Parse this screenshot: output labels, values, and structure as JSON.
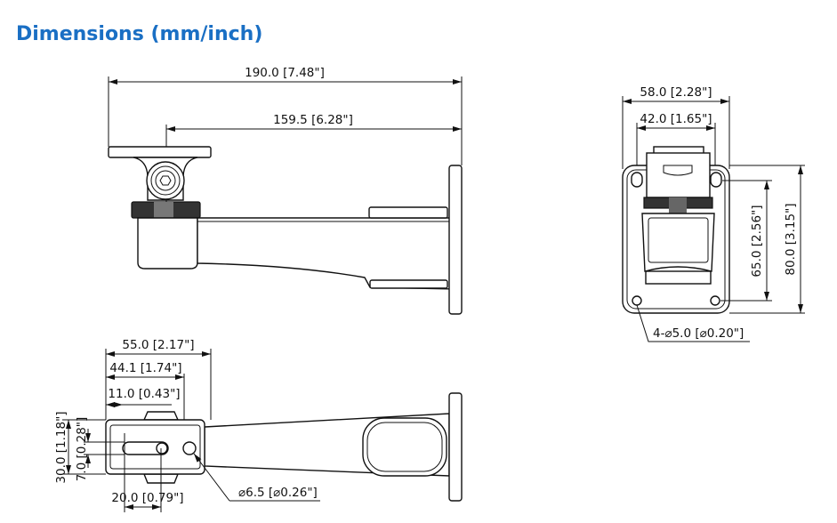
{
  "title": "Dimensions (mm/inch)",
  "side_view": {
    "overall_length": "190.0 [7.48\"]",
    "mount_length": "159.5 [6.28\"]"
  },
  "front_view": {
    "plate_width": "58.0 [2.28\"]",
    "hole_spacing_width": "42.0 [1.65\"]",
    "hole_spacing_height": "65.0 [2.56\"]",
    "plate_height": "80.0 [3.15\"]",
    "mount_holes": "4-⌀5.0 [⌀0.20\"]"
  },
  "bottom_view": {
    "plate_length": "55.0 [2.17\"]",
    "hole_offset": "44.1 [1.74\"]",
    "slot_offset": "11.0 [0.43\"]",
    "plate_width": "30.0 [1.18\"]",
    "slot_width": "7.0 [0.28\"]",
    "slot_length": "20.0 [0.79\"]",
    "hole_diameter": "⌀6.5 [⌀0.26\"]"
  }
}
